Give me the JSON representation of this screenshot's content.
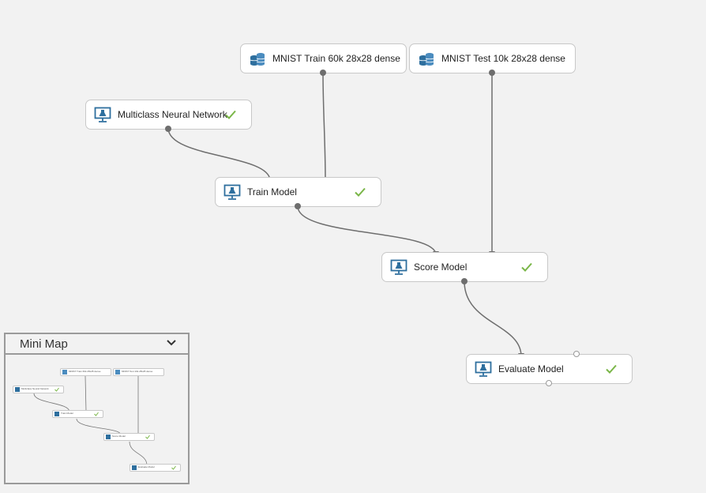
{
  "canvas": {
    "nodes": {
      "train_dataset": {
        "label": "MNIST Train 60k 28x28 dense",
        "icon": "dataset-icon"
      },
      "test_dataset": {
        "label": "MNIST Test 10k 28x28 dense",
        "icon": "dataset-icon"
      },
      "neural_network": {
        "label": "Multiclass Neural Network",
        "icon": "module-icon",
        "status": "completed"
      },
      "train_model": {
        "label": "Train Model",
        "icon": "module-icon",
        "status": "completed"
      },
      "score_model": {
        "label": "Score Model",
        "icon": "module-icon",
        "status": "completed"
      },
      "evaluate_model": {
        "label": "Evaluate Model",
        "icon": "module-icon",
        "status": "completed"
      }
    }
  },
  "minimap": {
    "title": "Mini Map",
    "toggle_icon": "chevron-down-icon",
    "labels": {
      "train_dataset": "MNIST Train 60k 28x28 dense",
      "test_dataset": "MNIST Test 10k 28x28 dense",
      "neural_network": "Multiclass Neural Network",
      "train_model": "Train Model",
      "score_model": "Score Model",
      "evaluate_model": "Evaluate Model"
    }
  },
  "colors": {
    "accent_icon": "#2e6f9e",
    "check": "#7ab648",
    "connector": "#6e6e6e"
  }
}
